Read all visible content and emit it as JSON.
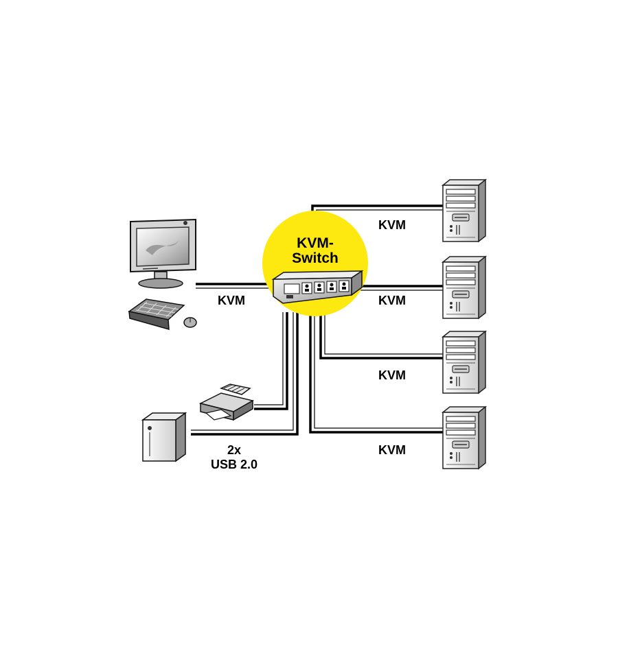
{
  "switch": {
    "title_line1": "KVM-",
    "title_line2": "Switch",
    "badge_color": "#fde910"
  },
  "links": {
    "console_label": "KVM",
    "pc_labels": [
      "KVM",
      "KVM",
      "KVM",
      "KVM"
    ],
    "usb_line1": "2x",
    "usb_line2": "USB 2.0"
  },
  "devices": {
    "console": [
      "monitor-icon",
      "keyboard-icon",
      "mouse-icon"
    ],
    "usb": [
      "printer-icon",
      "external-drive-icon"
    ],
    "computers": [
      "tower-pc-icon",
      "tower-pc-icon",
      "tower-pc-icon",
      "tower-pc-icon"
    ]
  }
}
